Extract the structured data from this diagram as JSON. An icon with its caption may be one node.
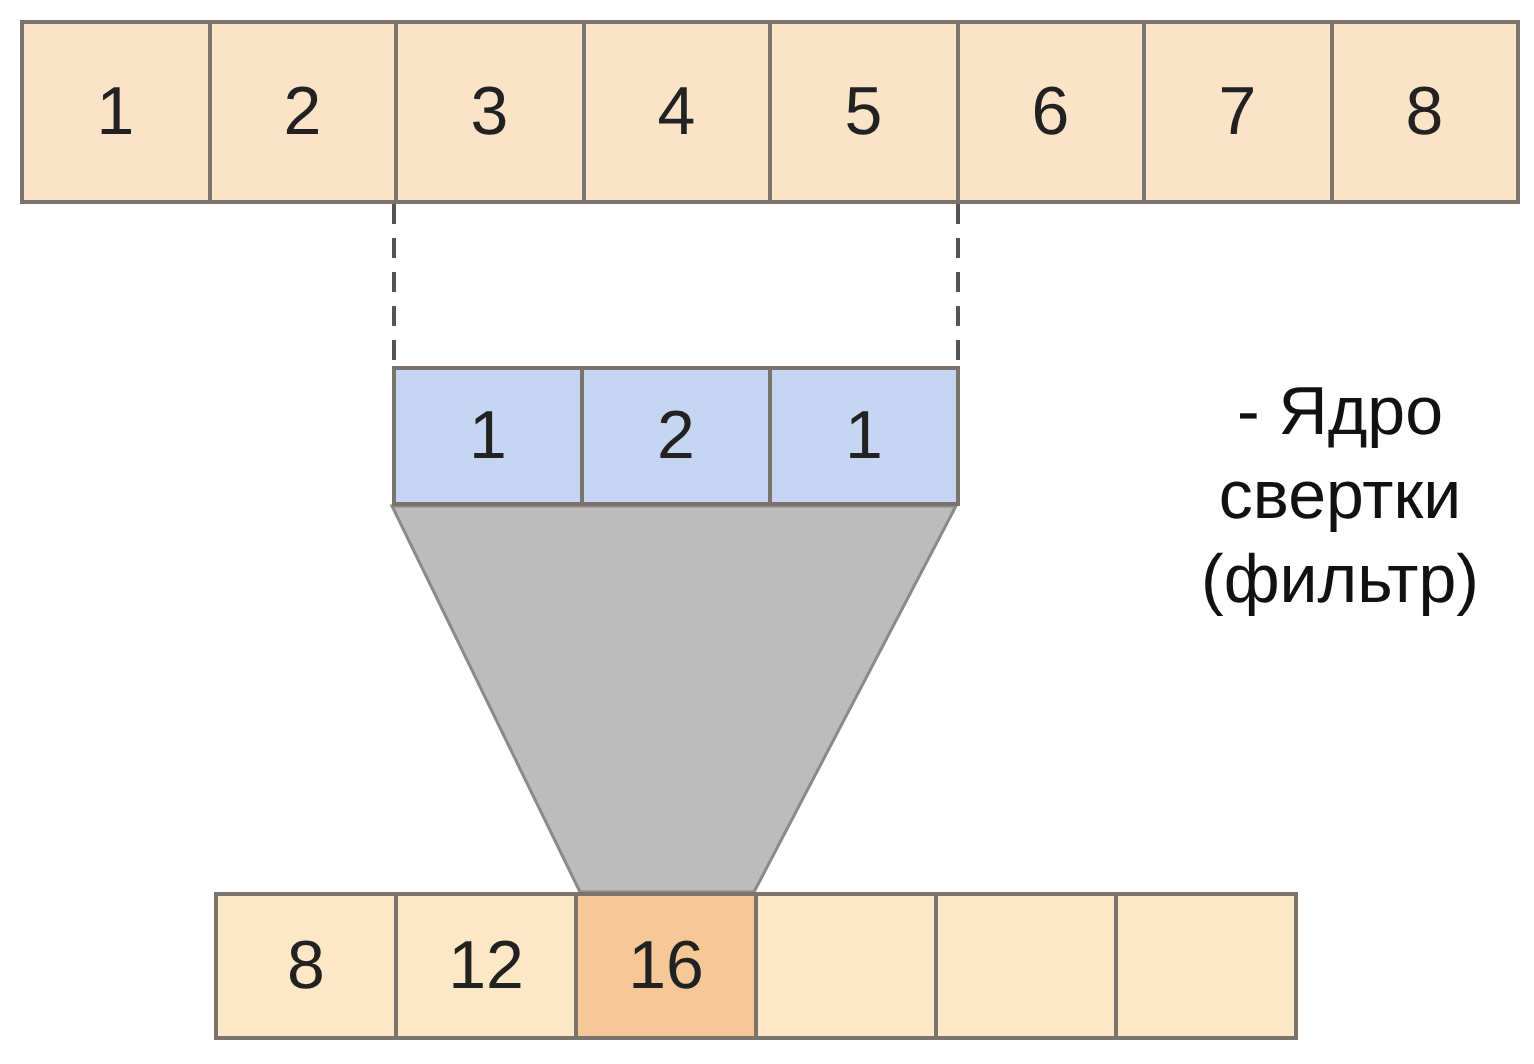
{
  "diagram": {
    "nodes": [
      {
        "text": [
          "1"
        ]
      },
      {
        "text": [
          "2"
        ]
      },
      {
        "text": [
          "3"
        ]
      },
      {
        "text": [
          "4"
        ]
      },
      {
        "text": [
          "5"
        ]
      },
      {
        "text": [
          "6"
        ]
      },
      {
        "text": [
          "7"
        ]
      },
      {
        "text": [
          "8"
        ]
      },
      {
        "text": [
          "1"
        ]
      },
      {
        "text": [
          "2"
        ]
      },
      {
        "text": [
          "1"
        ]
      },
      {
        "text": [
          "8"
        ]
      },
      {
        "text": [
          "12"
        ]
      },
      {
        "text": [
          "16"
        ]
      },
      {
        "text": [],
        "shape": "box"
      },
      {
        "text": [],
        "shape": "box"
      },
      {
        "text": [],
        "shape": "box"
      },
      {
        "text": [],
        "shape": "trapezoid"
      }
    ],
    "edges": [
      {
        "from": 2,
        "to": 8,
        "arrow": "none",
        "style": "dashed"
      },
      {
        "from": 4,
        "to": 10,
        "arrow": "none",
        "style": "dashed"
      }
    ],
    "labels": [
      "- Ядро свертки (фильтр)"
    ]
  }
}
